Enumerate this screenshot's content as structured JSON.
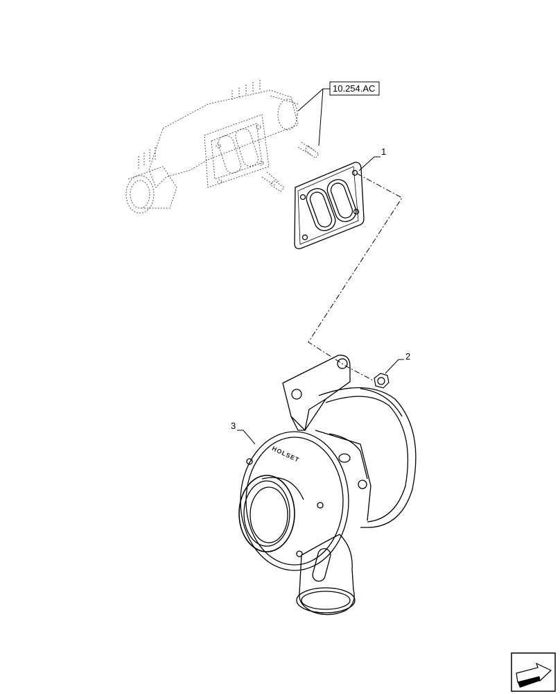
{
  "reference_box": {
    "label": "10.254.AC"
  },
  "callouts": [
    {
      "number": "1"
    },
    {
      "number": "2"
    },
    {
      "number": "3"
    }
  ],
  "turbo_brand": "HOLSET",
  "nav_icon": "next-page-arrow-icon",
  "colors": {
    "line": "#000000",
    "background": "#ffffff"
  }
}
